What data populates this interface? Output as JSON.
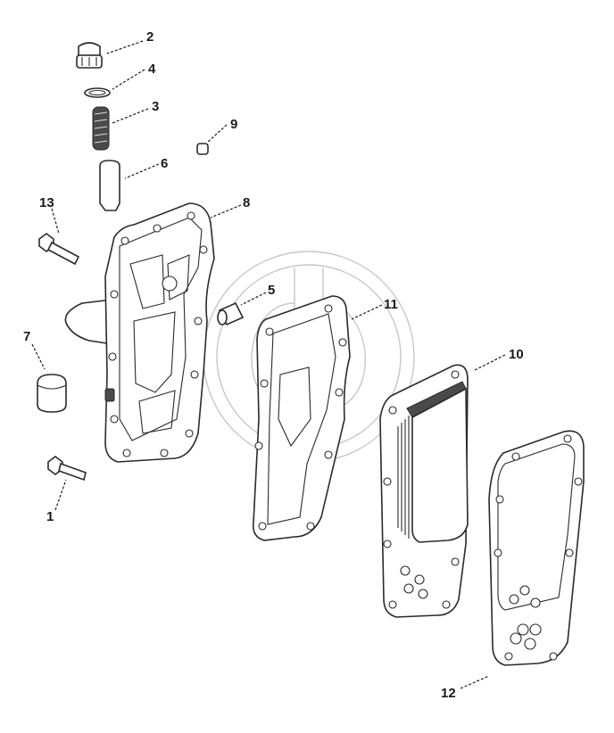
{
  "diagram": {
    "callouts": [
      {
        "id": "1",
        "label": "1"
      },
      {
        "id": "2",
        "label": "2"
      },
      {
        "id": "3",
        "label": "3"
      },
      {
        "id": "4",
        "label": "4"
      },
      {
        "id": "5",
        "label": "5"
      },
      {
        "id": "6",
        "label": "6"
      },
      {
        "id": "7",
        "label": "7"
      },
      {
        "id": "8",
        "label": "8"
      },
      {
        "id": "9",
        "label": "9"
      },
      {
        "id": "10",
        "label": "10"
      },
      {
        "id": "11",
        "label": "11"
      },
      {
        "id": "12",
        "label": "12"
      },
      {
        "id": "13",
        "label": "13"
      }
    ],
    "colors": {
      "line": "#2a2a2a",
      "watermark": "#c8c8c8",
      "background": "#ffffff"
    }
  }
}
